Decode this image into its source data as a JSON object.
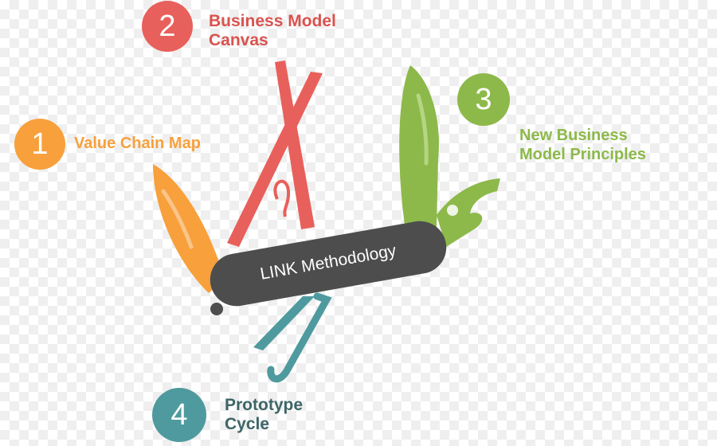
{
  "center": {
    "label": "LINK Methodology"
  },
  "steps": [
    {
      "number": "1",
      "title_lines": [
        "Value Chain Map"
      ],
      "color": "#F7A03C"
    },
    {
      "number": "2",
      "title_lines": [
        "Business Model",
        "Canvas"
      ],
      "color": "#E8605B"
    },
    {
      "number": "3",
      "title_lines": [
        "New Business",
        "Model Principles"
      ],
      "color": "#8DB94A"
    },
    {
      "number": "4",
      "title_lines": [
        "Prototype",
        "Cycle"
      ],
      "color": "#4F9A9E"
    }
  ],
  "colors": {
    "handle": "#4D4D4D",
    "handle_text": "#FFFFFF",
    "label_4": "#3E6567"
  }
}
